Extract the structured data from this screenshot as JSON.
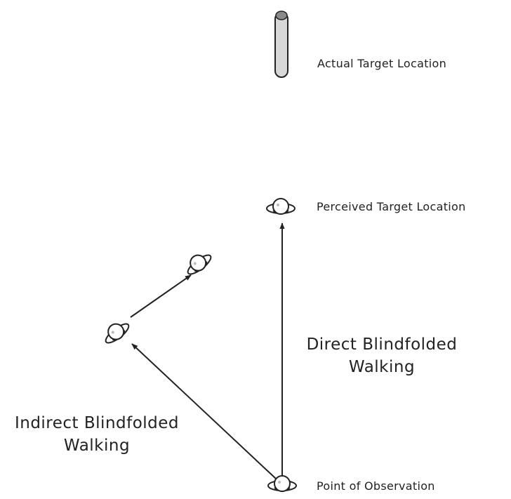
{
  "labels": {
    "actual_target": "Actual Target Location",
    "perceived_target": "Perceived Target Location",
    "point_of_observation": "Point of Observation",
    "direct_walking": [
      "Direct Blindfolded",
      "Walking"
    ],
    "indirect_walking": [
      "Indirect Blindfolded",
      "Walking"
    ]
  },
  "icons": {
    "target": "cylinder-post-icon",
    "walker": "person-top-view-icon"
  },
  "colors": {
    "line": "#222222",
    "target_fill": "#d8d8d8",
    "target_top": "#8a8a8a"
  }
}
